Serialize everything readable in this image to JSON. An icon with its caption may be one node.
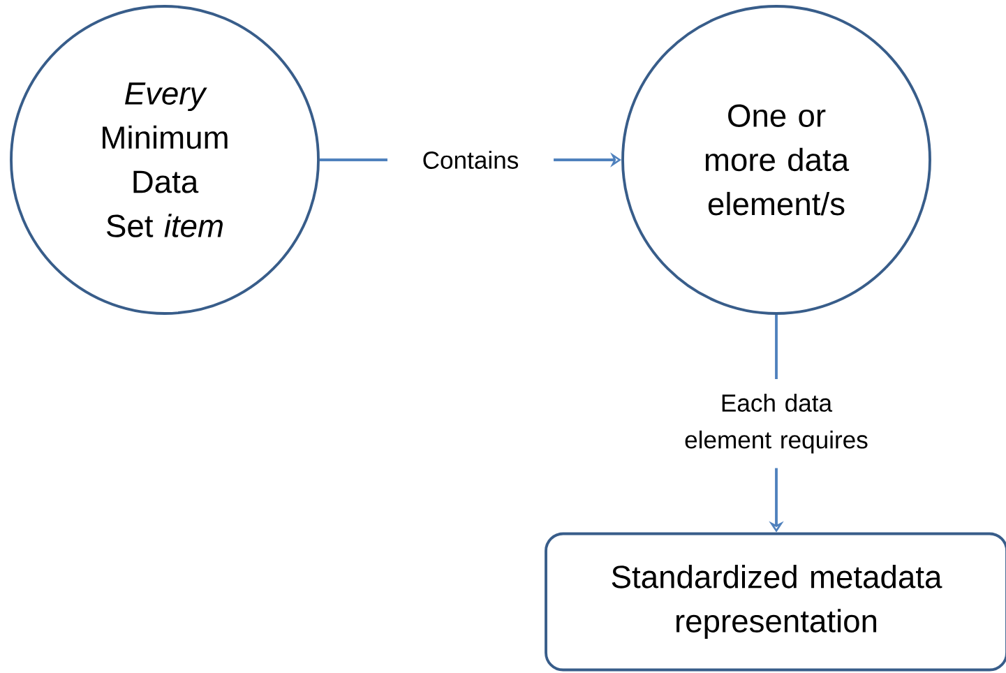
{
  "diagram": {
    "nodes": [
      {
        "text": [
          "*Every* Minimum Data Set *item*"
        ]
      },
      {
        "text": [
          "One or more data element/s"
        ]
      },
      {
        "text": [
          "Standardized metadata representation"
        ]
      }
    ],
    "edges": [
      {
        "from": 0,
        "to": 1,
        "arrow": "to",
        "label": "Contains"
      },
      {
        "from": 1,
        "to": 2,
        "arrow": "to",
        "label": "Each data element requires"
      }
    ]
  }
}
